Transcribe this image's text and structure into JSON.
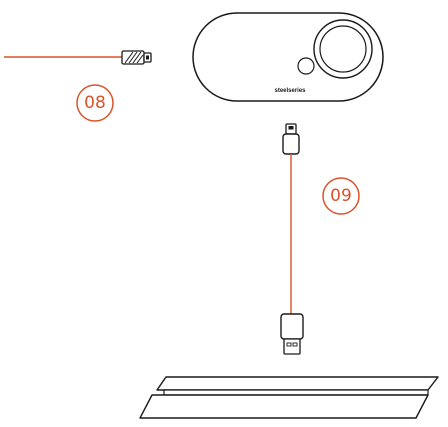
{
  "callouts": {
    "first": "08",
    "second": "09"
  },
  "device": {
    "brand": "steelseries"
  },
  "colors": {
    "cable": "#d9532b",
    "outline": "#1a1a1a",
    "callout": "#d9532b"
  },
  "icons": {
    "connector_left": "usb-c-plug-icon",
    "connector_top": "usb-c-plug-icon",
    "connector_bottom": "usb-a-plug-icon",
    "device": "gamedac-device-icon",
    "console": "game-console-icon"
  }
}
